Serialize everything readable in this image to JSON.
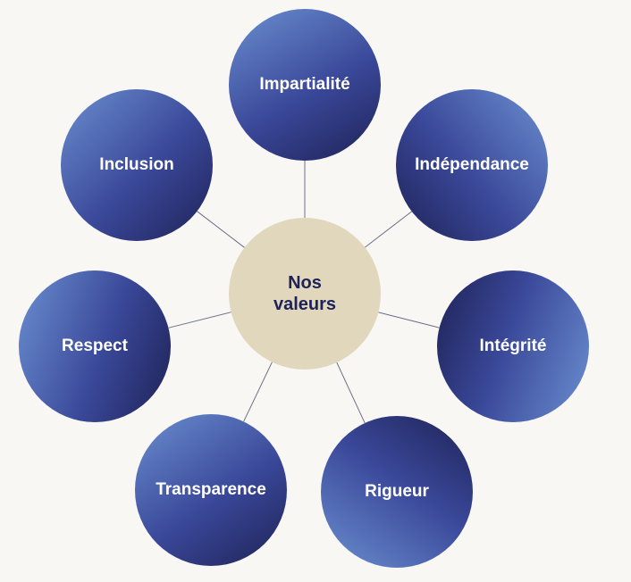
{
  "center": {
    "label": "Nos\nvaleurs",
    "color": "#e1d7bd",
    "text_color": "#1e2256"
  },
  "values": [
    {
      "id": "impartialite",
      "label": "Impartialité"
    },
    {
      "id": "independance",
      "label": "Indépendance"
    },
    {
      "id": "integrite",
      "label": "Intégrité"
    },
    {
      "id": "rigueur",
      "label": "Rigueur"
    },
    {
      "id": "transparence",
      "label": "Transparence"
    },
    {
      "id": "respect",
      "label": "Respect"
    },
    {
      "id": "inclusion",
      "label": "Inclusion"
    }
  ],
  "colors": {
    "background": "#f9f7f4",
    "bubble_dark": "#1e2256",
    "bubble_mid": "#3a4899",
    "bubble_light": "#6b8fd0",
    "connector": "#6a6f86"
  }
}
